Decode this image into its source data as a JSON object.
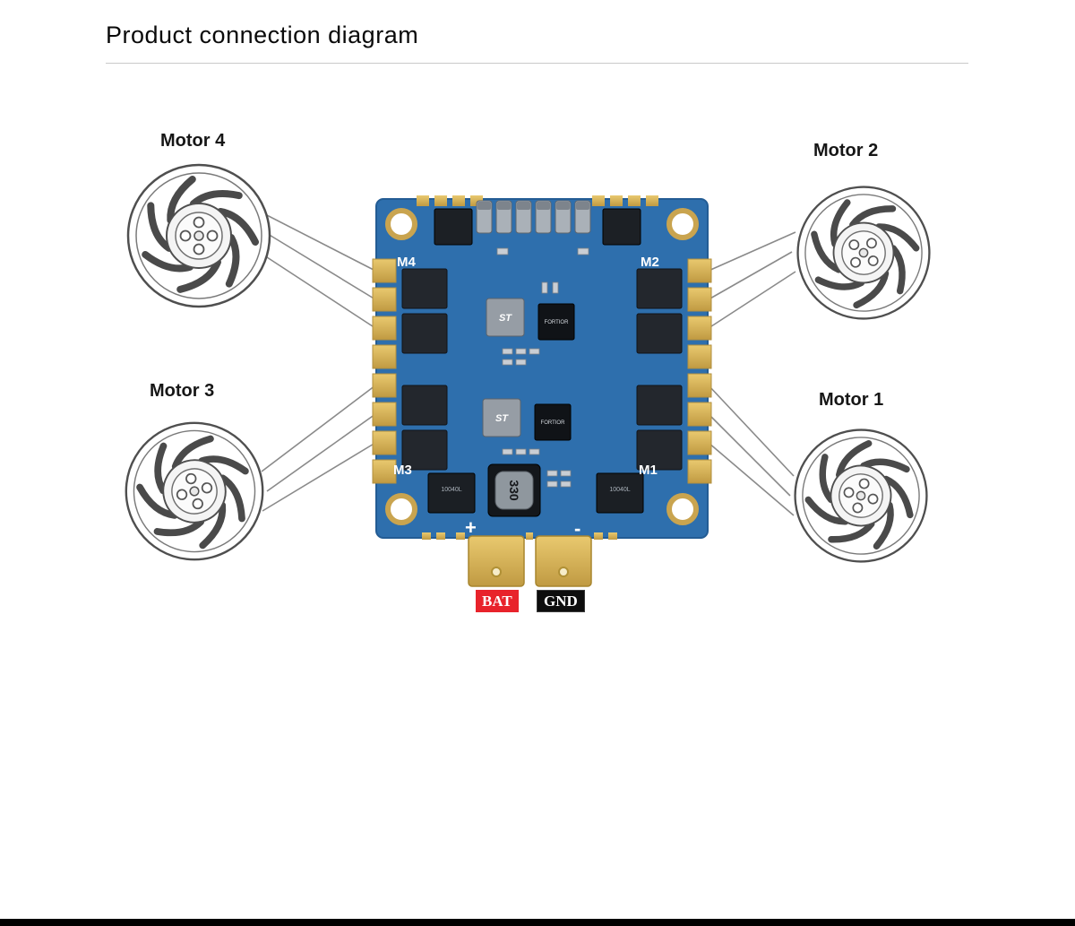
{
  "title": "Product connection diagram",
  "motors": {
    "m4": {
      "label": "Motor 4"
    },
    "m2": {
      "label": "Motor 2"
    },
    "m3": {
      "label": "Motor 3"
    },
    "m1": {
      "label": "Motor 1"
    }
  },
  "board": {
    "port_labels": {
      "m4": "M4",
      "m2": "M2",
      "m3": "M3",
      "m1": "M1"
    },
    "chips": {
      "driver_top": "FORTIOR",
      "driver_bottom": "FORTIOR",
      "st_top": "ST",
      "st_bottom": "ST",
      "fet_bottom_left": "10040L",
      "fet_bottom_right": "10040L"
    },
    "inductor_value": "330",
    "battery": {
      "positive_mark": "+",
      "negative_mark": "-",
      "bat_label": "BAT",
      "gnd_label": "GND"
    }
  },
  "colors": {
    "pcb_blue": "#2e6fad",
    "pad_gold": "#d9b860",
    "bat_red": "#e8232b",
    "gnd_black": "#0d0d0d",
    "wire_gray": "#8a8a8a"
  }
}
